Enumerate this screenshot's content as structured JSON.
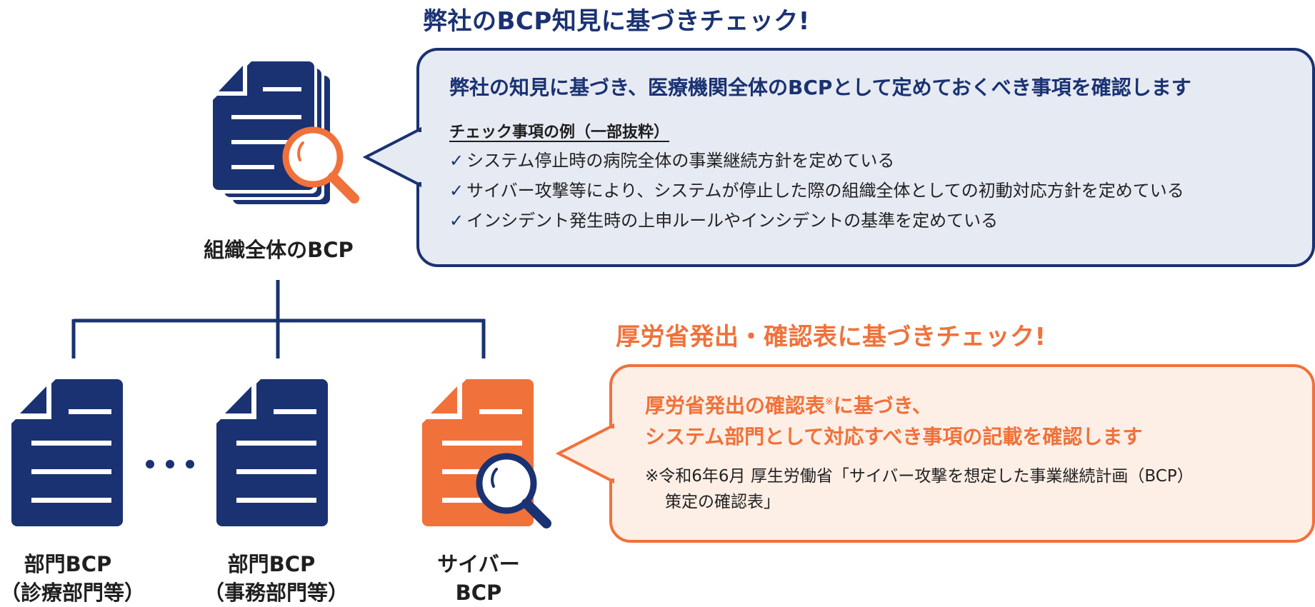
{
  "top": {
    "heading": "弊社のBCP知見に基づきチェック!",
    "bubble_title": "弊社の知見に基づき、医療機関全体のBCPとして定めておくべき事項を確認します",
    "subheading": "チェック事項の例（一部抜粋）",
    "check_mark": "✓",
    "items": [
      "システム停止時の病院全体の事業継続方針を定めている",
      "サイバー攻撃等により、システムが停止した際の組織全体としての初動対応方針を定めている",
      "インシデント発生時の上申ルールやインシデントの基準を定めている"
    ],
    "doc_label": "組織全体のBCP"
  },
  "bottom": {
    "heading": "厚労省発出・確認表に基づきチェック!",
    "title_line1_a": "厚労省発出の確認表",
    "title_mark": "※",
    "title_line1_b": "に基づき、",
    "title_line2": "システム部門として対応すべき事項の記載を確認します",
    "note_line1": "※令和6年6月 厚生労働省「サイバー攻撃を想定した事業継続計画（BCP）",
    "note_line2": "策定の確認表」"
  },
  "docs": {
    "clinical_line1": "部門BCP",
    "clinical_line2": "（診療部門等）",
    "office_line1": "部門BCP",
    "office_line2": "（事務部門等）",
    "cyber_line1": "サイバー",
    "cyber_line2": "BCP"
  },
  "colors": {
    "navy": "#1a3272",
    "orange": "#f0713a",
    "blue_bubble_bg": "#e6ebf3",
    "peach_bubble_bg": "#fdeee6"
  }
}
